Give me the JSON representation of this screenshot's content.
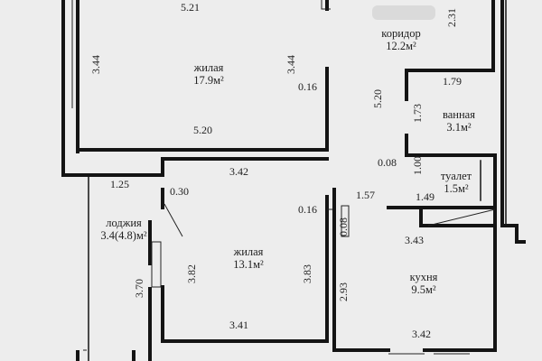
{
  "rooms": {
    "living1": {
      "name": "жилая",
      "area": "17.9м²"
    },
    "corridor": {
      "name": "коридор",
      "area": "12.2м²"
    },
    "bath": {
      "name": "ванная",
      "area": "3.1м²"
    },
    "toilet": {
      "name": "туалет",
      "area": "1.5м²"
    },
    "loggia": {
      "name": "лоджия",
      "area": "3.4(4.8)м²"
    },
    "living2": {
      "name": "жилая",
      "area": "13.1м²"
    },
    "kitchen": {
      "name": "кухня",
      "area": "9.5м²"
    }
  },
  "dims": {
    "d_521": "5.21",
    "d_344_left": "3.44",
    "d_344_right": "3.44",
    "d_016_top": "0.16",
    "d_520_bottom": "5.20",
    "d_231": "2.31",
    "d_520_v": "5.20",
    "d_179": "1.79",
    "d_173": "1.73",
    "d_008_left": "0.08",
    "d_100": "1.00",
    "d_149": "1.49",
    "d_125": "1.25",
    "d_030": "0.30",
    "d_342_top": "3.42",
    "d_157": "1.57",
    "d_016_mid": "0.16",
    "d_008_v": "0.08",
    "d_382": "3.82",
    "d_383": "3.83",
    "d_370": "3.70",
    "d_341": "3.41",
    "d_343": "3.43",
    "d_293": "2.93",
    "d_342_bottom": "3.42"
  }
}
